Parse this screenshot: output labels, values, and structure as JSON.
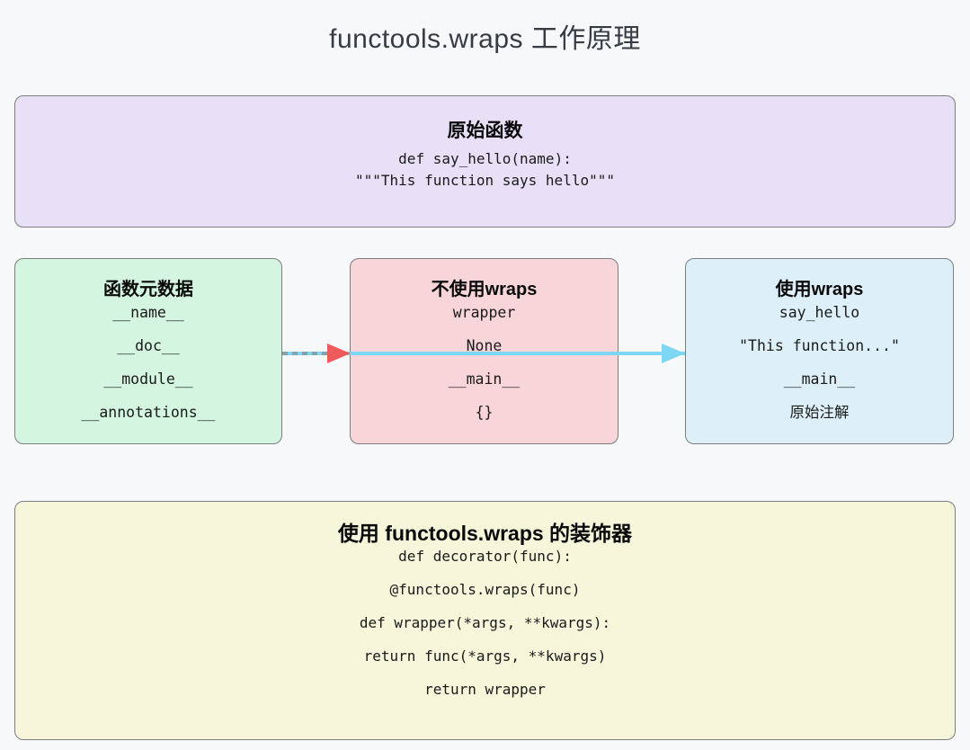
{
  "page_title": "functools.wraps 工作原理",
  "boxes": {
    "original_function": {
      "title": "原始函数",
      "code": [
        "def say_hello(name):",
        "\"\"\"This function says hello\"\"\""
      ]
    },
    "metadata": {
      "title": "函数元数据",
      "items": [
        "__name__",
        "__doc__",
        "__module__",
        "__annotations__"
      ]
    },
    "without_wraps": {
      "title": "不使用wraps",
      "items": [
        "wrapper",
        "None",
        "__main__",
        "{}"
      ]
    },
    "with_wraps": {
      "title": "使用wraps",
      "items": [
        "say_hello",
        "\"This function...\"",
        "__main__",
        "原始注解"
      ]
    },
    "wraps_decorator": {
      "title": "使用 functools.wraps 的装饰器",
      "code": [
        "def decorator(func):",
        "@functools.wraps(func)",
        "def wrapper(*args, **kwargs):",
        "return func(*args, **kwargs)",
        "return wrapper"
      ]
    }
  },
  "colors": {
    "page_background": "#f7f8fa",
    "original_function_fill": "#e7e0f6",
    "metadata_fill": "#d4f5df",
    "without_wraps_fill": "#f8d5d9",
    "with_wraps_fill": "#ddf0f9",
    "wraps_decorator_fill": "#f5f6da",
    "box_border": "#7d7d7d",
    "arrow_line": "#7dd6f2",
    "arrowhead_red": "#ef5a5a"
  }
}
